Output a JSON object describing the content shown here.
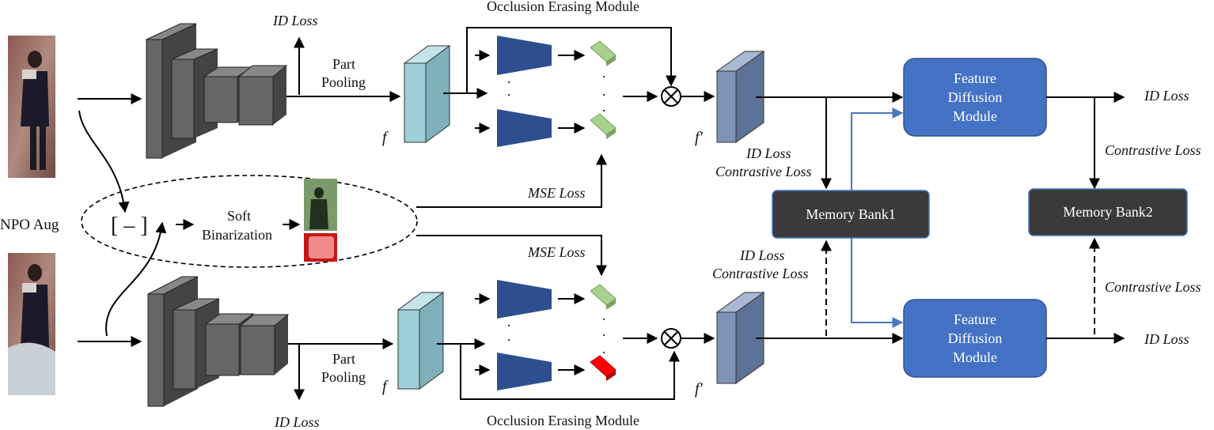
{
  "labels": {
    "id_loss": "ID Loss",
    "contrastive_loss": "Contrastive Loss",
    "mse_loss": "MSE Loss",
    "part_pooling_1": "Part",
    "part_pooling_2": "Pooling",
    "occlusion_erasing_module": "Occlusion Erasing Module",
    "npo_aug": "NPO Aug",
    "soft_1": "Soft",
    "soft_2": "Binarization",
    "feature_f": "f",
    "feature_f_prime": "f′",
    "fdm_line1": "Feature",
    "fdm_line2": "Diffusion",
    "fdm_line3": "Module",
    "memory_bank1": "Memory Bank1",
    "memory_bank2": "Memory Bank2",
    "crop_symbol": "[ – ]"
  },
  "colors": {
    "cnn_front": "#666666",
    "cnn_side": "#444444",
    "feature_f": "#9fcfd8",
    "feature_f_prime": "#7f93b7",
    "fc_block": "#2e4f8f",
    "part_green": "#a9d18e",
    "part_red": "#ff0000",
    "fdm_box": "#4472c4",
    "memory_box": "#3a3a3a",
    "blue_arrow": "#4a78c0"
  }
}
